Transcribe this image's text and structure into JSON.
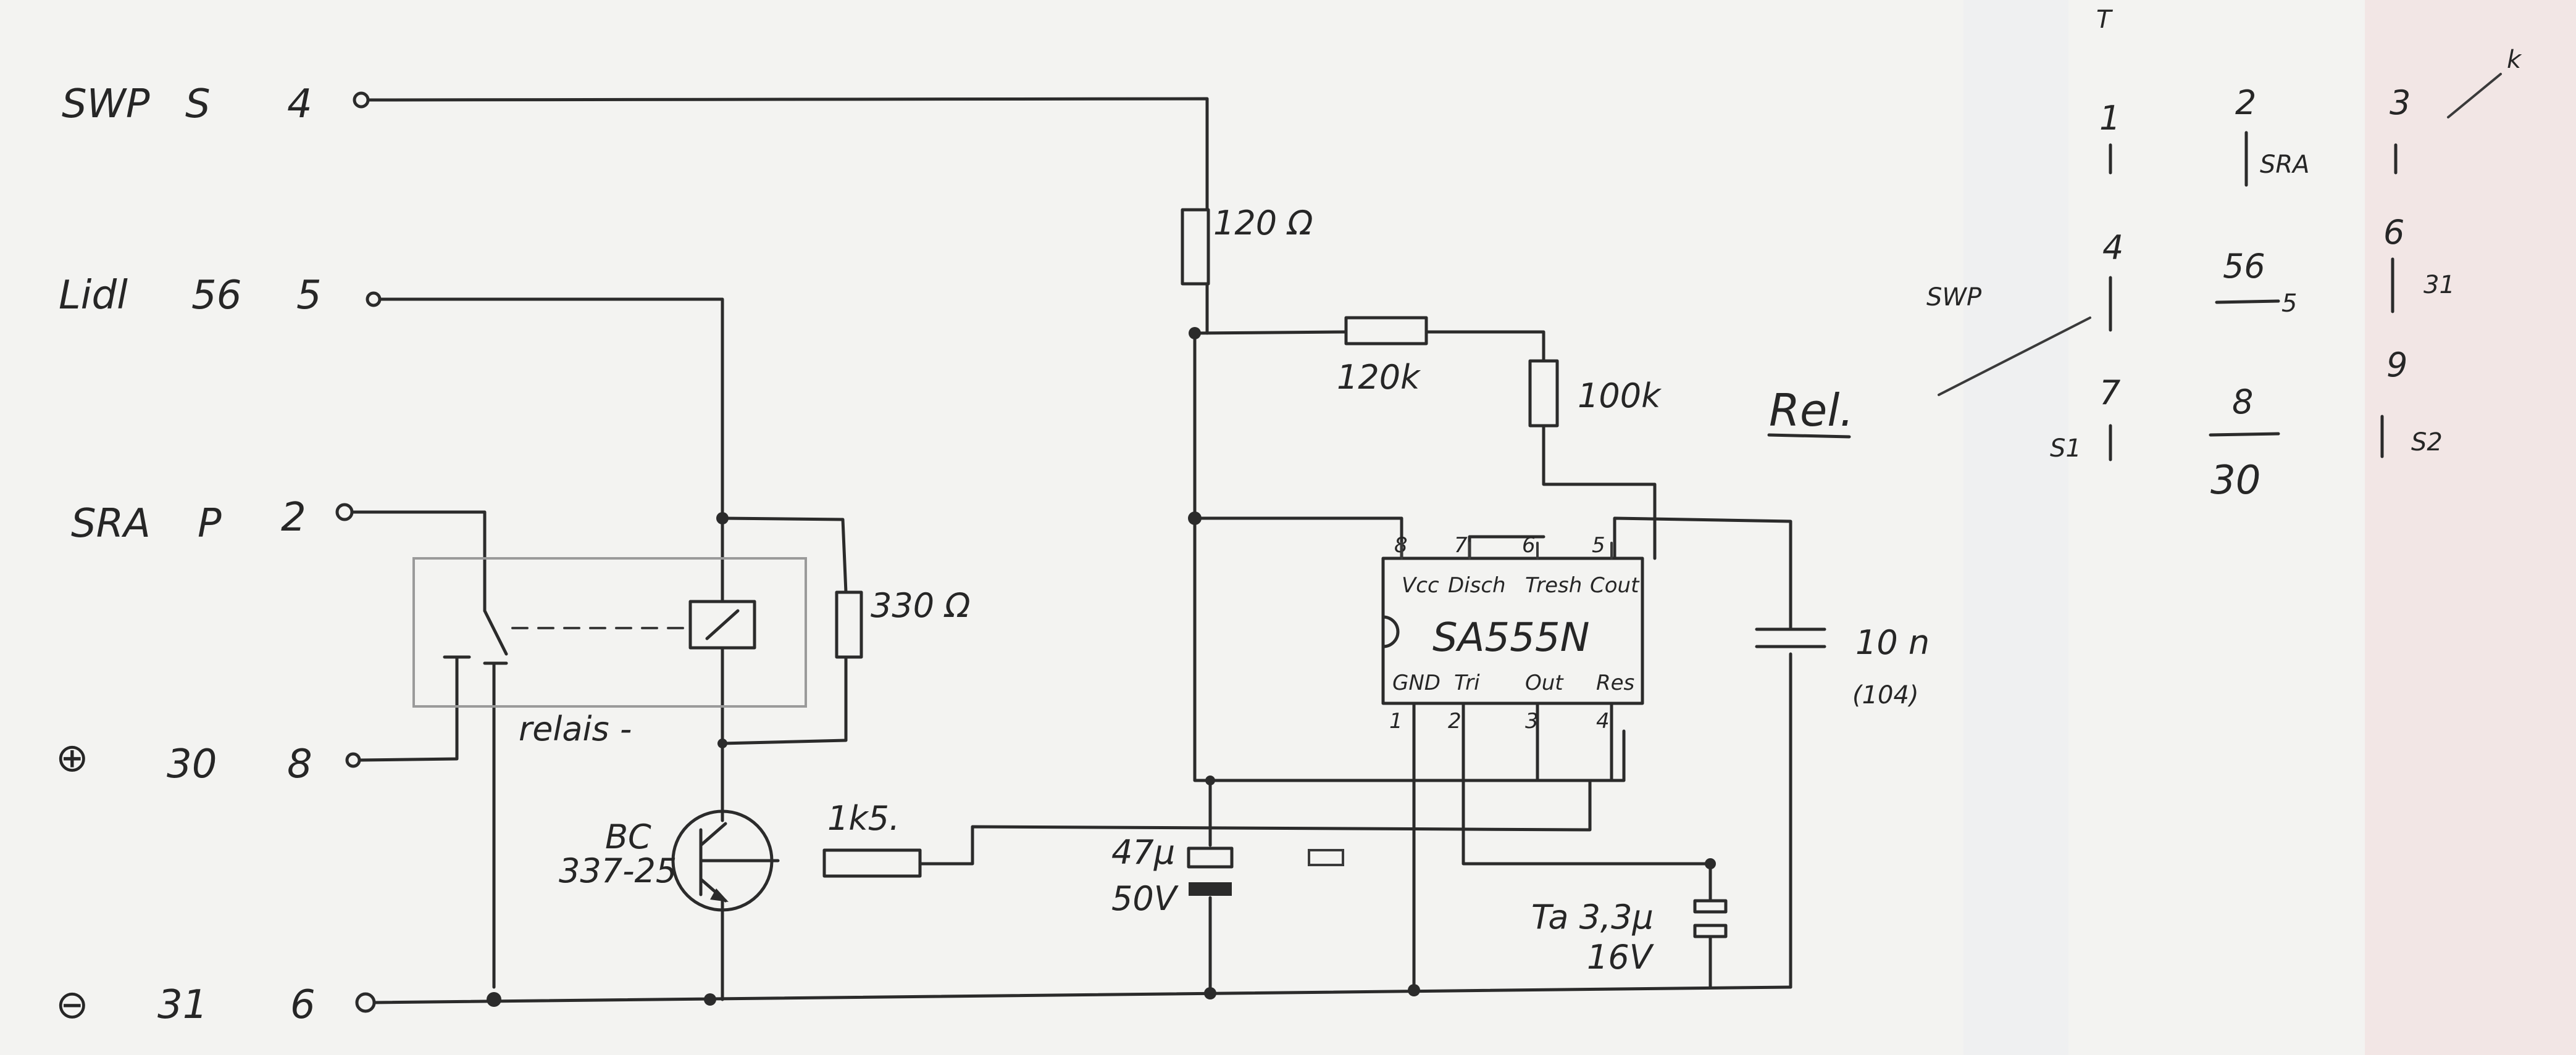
{
  "terminals": [
    {
      "label": "SWP",
      "code": "S",
      "pin": "4"
    },
    {
      "label": "Lidl",
      "code": "56",
      "pin": "5"
    },
    {
      "label": "SRA",
      "code": "P",
      "pin": "2"
    },
    {
      "label": "⊕",
      "code": "30",
      "alt": "8"
    },
    {
      "label": "⊖",
      "code": "31",
      "alt": "6"
    }
  ],
  "components": {
    "r_top": "120 Ω",
    "r_mid": "120k",
    "r_100k": "100k",
    "r_relay": "330 Ω",
    "r_base": "1k5.",
    "cap_10n": "10 n",
    "cap_10n_code": "(104)",
    "cap_elec_value": "47μ",
    "cap_elec_voltage": "50V",
    "cap_ta_value": "Ta 3,3μ",
    "cap_ta_voltage": "16V",
    "relay_label": "relais -",
    "transistor_type": "BC",
    "transistor_part": "337-25",
    "rel_label": "Rel."
  },
  "ic": {
    "name": "SA555N",
    "pins_top": [
      {
        "num": "8",
        "name": "Vcc"
      },
      {
        "num": "7",
        "name": "Disch"
      },
      {
        "num": "6",
        "name": "Tresh"
      },
      {
        "num": "5",
        "name": "Cout"
      }
    ],
    "pins_bottom": [
      {
        "num": "1",
        "name": "GND"
      },
      {
        "num": "2",
        "name": "Tri"
      },
      {
        "num": "3",
        "name": "Out"
      },
      {
        "num": "4",
        "name": "Res"
      }
    ]
  },
  "relay_pinout": {
    "col1": {
      "top": "1",
      "bot": "7",
      "left_top": "SWP",
      "left_bot": "S1"
    },
    "col2": {
      "top": "2",
      "mid_top": "56",
      "mid_sub": "5",
      "mid_bot": "8",
      "bot": "30",
      "label": "SRA"
    },
    "col3": {
      "top": "3",
      "mid": "6",
      "right_mid": "31",
      "bot": "9",
      "label": "S2",
      "corner": "k"
    },
    "col1_mid": "4"
  }
}
